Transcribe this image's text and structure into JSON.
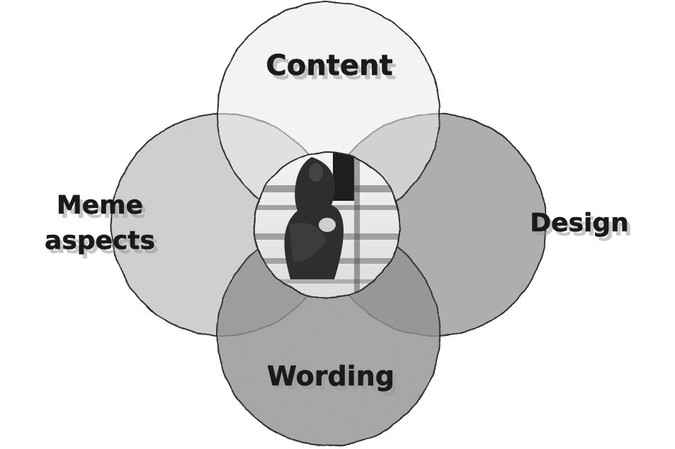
{
  "diagram": {
    "labels": {
      "top": "Content",
      "left_line1": "Meme",
      "left_line2": "aspects",
      "right": "Design",
      "bottom": "Wording"
    },
    "colors": {
      "background": "#ffffff",
      "circle_top": "#f2f2f2",
      "circle_left": "#c9c9c9",
      "circle_right": "#9f9f9f",
      "circle_bottom": "#8e8e8e",
      "outline": "#2b2b2b",
      "text": "#1a1a1a"
    },
    "center_image": "photo of a primate in a cage (grayscale)"
  }
}
